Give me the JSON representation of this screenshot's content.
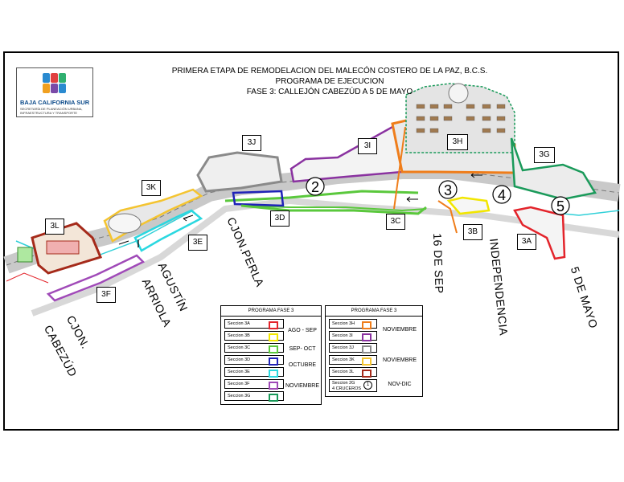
{
  "title": {
    "line1": "PRIMERA ETAPA DE REMODELACION DEL MALECÓN COSTERO DE LA PAZ, B.C.S.",
    "line2": "PROGRAMA DE EJECUCION",
    "line3": "FASE 3: CALLEJÓN CABEZÚD A 5 DE MAYO"
  },
  "logo": {
    "state": "BAJA CALIFORNIA SUR",
    "subtitle1": "SECRETARÍA DE PLANEACIÓN URBANA,",
    "subtitle2": "INFRAESTRUCTURA Y TRANSPORTE"
  },
  "sections": [
    {
      "id": "3A",
      "color": "#e3242b"
    },
    {
      "id": "3B",
      "color": "#f2e600"
    },
    {
      "id": "3C",
      "color": "#5ac83c"
    },
    {
      "id": "3D",
      "color": "#1f22b8"
    },
    {
      "id": "3E",
      "color": "#2ad8e0"
    },
    {
      "id": "3F",
      "color": "#a04ab8"
    },
    {
      "id": "3G",
      "color": "#1a9a5a"
    },
    {
      "id": "3H",
      "color": "#ef7d1a"
    },
    {
      "id": "3I",
      "color": "#8a32a0"
    },
    {
      "id": "3J",
      "color": "#8a8a8a"
    },
    {
      "id": "3K",
      "color": "#f4c430"
    },
    {
      "id": "3L",
      "color": "#a52a1a"
    }
  ],
  "crossings": [
    "2",
    "3",
    "4",
    "5"
  ],
  "streets": {
    "cabezud": [
      "CJON.",
      "CABEZÚD"
    ],
    "agustin": [
      "AGUSTÍN",
      "ARRIOLA"
    ],
    "perla": "CJON.PERLA",
    "sep16": "16 DE SEP",
    "independencia": "INDEPENDENCIA",
    "mayo5": "5 DE MAYO"
  },
  "legend_left": {
    "header": "PROGRAMA FASE 3",
    "rows": [
      {
        "label": "Seccion 3A",
        "color": "#e3242b"
      },
      {
        "label": "Seccion 3B",
        "color": "#f2e600"
      },
      {
        "label": "Seccion 3C",
        "color": "#5ac83c"
      },
      {
        "label": "Seccion 3D",
        "color": "#1f22b8"
      },
      {
        "label": "Seccion 3E",
        "color": "#2ad8e0"
      },
      {
        "label": "Seccion 3F",
        "color": "#a04ab8"
      },
      {
        "label": "Seccion 3G",
        "color": "#1a9a5a"
      }
    ],
    "periods": [
      "AGO - SEP",
      "SEP- OCT",
      "OCTUBRE",
      "NOVIEMBRE"
    ]
  },
  "legend_right": {
    "header": "PROGRAMA FASE 3",
    "rows": [
      {
        "label": "Seccion 3H",
        "color": "#ef7d1a"
      },
      {
        "label": "Seccion 3I",
        "color": "#8a32a0"
      },
      {
        "label": "Seccion 3J",
        "color": "#8a8a8a"
      },
      {
        "label": "Seccion 3K",
        "color": "#f4c430"
      },
      {
        "label": "Seccion 3L",
        "color": "#a52a1a"
      }
    ],
    "cruceros_label1": "Seccion 2G",
    "cruceros_label2": "4 CRUCEROS",
    "cruceros_num": "1",
    "periods": [
      "NOVIEMBRE",
      "NOVIEMBRE",
      "NOV-DIC"
    ]
  }
}
